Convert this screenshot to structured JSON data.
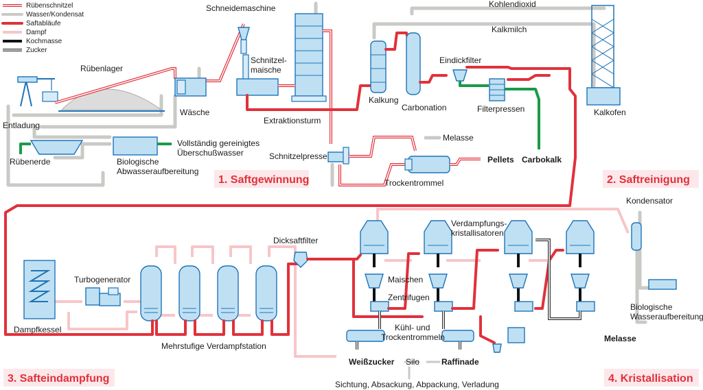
{
  "legend": {
    "items": [
      {
        "label": "Rübenschnitzel",
        "style": "beet"
      },
      {
        "label": "Wasser/Kondensat",
        "style": "water"
      },
      {
        "label": "Saftabläufe",
        "style": "juice"
      },
      {
        "label": "Dampf",
        "style": "steam"
      },
      {
        "label": "Kochmasse",
        "style": "mass"
      },
      {
        "label": "Zucker",
        "style": "sugar"
      }
    ]
  },
  "stages": {
    "s1": "1. Saftgewinnung",
    "s2": "2. Saftreinigung",
    "s3": "3. Safteindampfung",
    "s4": "4. Kristallisation"
  },
  "labels": {
    "ruebenlager": "Rübenlager",
    "entladung": "Entladung",
    "waesche": "Wäsche",
    "schneidemaschine": "Schneidemaschine",
    "schnitzel1": "Schnitzel-",
    "schnitzel2": "maische",
    "extraktionsturm": "Extraktionsturm",
    "ruebenerde": "Rübenerde",
    "bio1a": "Biologische",
    "bio1b": "Abwasseraufbereitung",
    "ueber1": "Vollständig gereinigtes",
    "ueber2": "Überschußwasser",
    "schnitzelpresse": "Schnitzelpresse",
    "melasse_top": "Melasse",
    "trockentrommel": "Trockentrommel",
    "pellets": "Pellets",
    "carbokalk": "Carbokalk",
    "kohlendioxid": "Kohlendioxid",
    "kalkmilch": "Kalkmilch",
    "kalkung": "Kalkung",
    "carbonation": "Carbonation",
    "eindickfilter": "Eindickfilter",
    "filterpressen": "Filterpressen",
    "kalkofen": "Kalkofen",
    "dampfkessel": "Dampfkessel",
    "turbogenerator": "Turbogenerator",
    "verdampf": "Mehrstufige Verdampfstation",
    "dicksaftfilter": "Dicksaftfilter",
    "vk1": "Verdampfungs-",
    "vk2": "kristallisatoren",
    "kondensator": "Kondensator",
    "maischen": "Maischen",
    "zentrifugen": "Zentrifugen",
    "kuehl1": "Kühl- und",
    "kuehl2": "Trockentrommeln",
    "weisszucker": "Weißzucker",
    "silo": "Silo",
    "raffinade": "Raffinade",
    "sichtung": "Sichtung, Absackung, Abpackung, Verladung",
    "bio2a": "Biologische",
    "bio2b": "Wasseraufbereitung",
    "melasse_bottom": "Melasse"
  },
  "colors": {
    "juice": "#e0313b",
    "steam": "#f7c6c8",
    "water": "#c9c9c6",
    "green": "#1a9a48",
    "equipment": "#bfe0f3",
    "outline": "#1e73b8"
  }
}
